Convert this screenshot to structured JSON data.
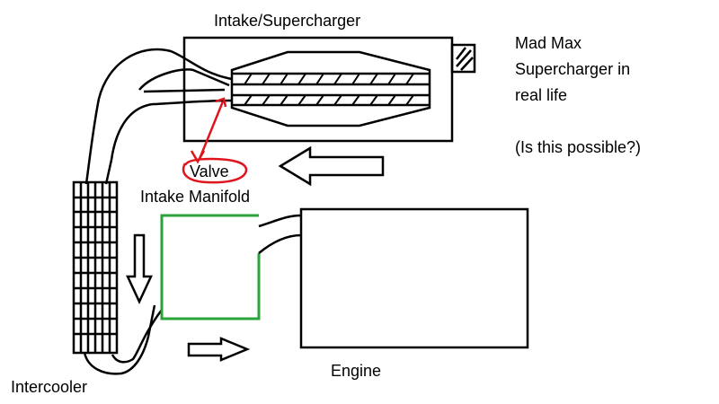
{
  "labels": {
    "intake_supercharger": "Intake/Supercharger",
    "note_line1": "Mad Max",
    "note_line2": "Supercharger in",
    "note_line3": "real life",
    "note_question": "(Is this possible?)",
    "valve": "Valve",
    "intake_manifold": "Intake Manifold",
    "intercooler": "Intercooler",
    "engine": "Engine"
  },
  "colors": {
    "ink": "#000000",
    "valve": "#e0141c",
    "manifold": "#2aa339"
  }
}
